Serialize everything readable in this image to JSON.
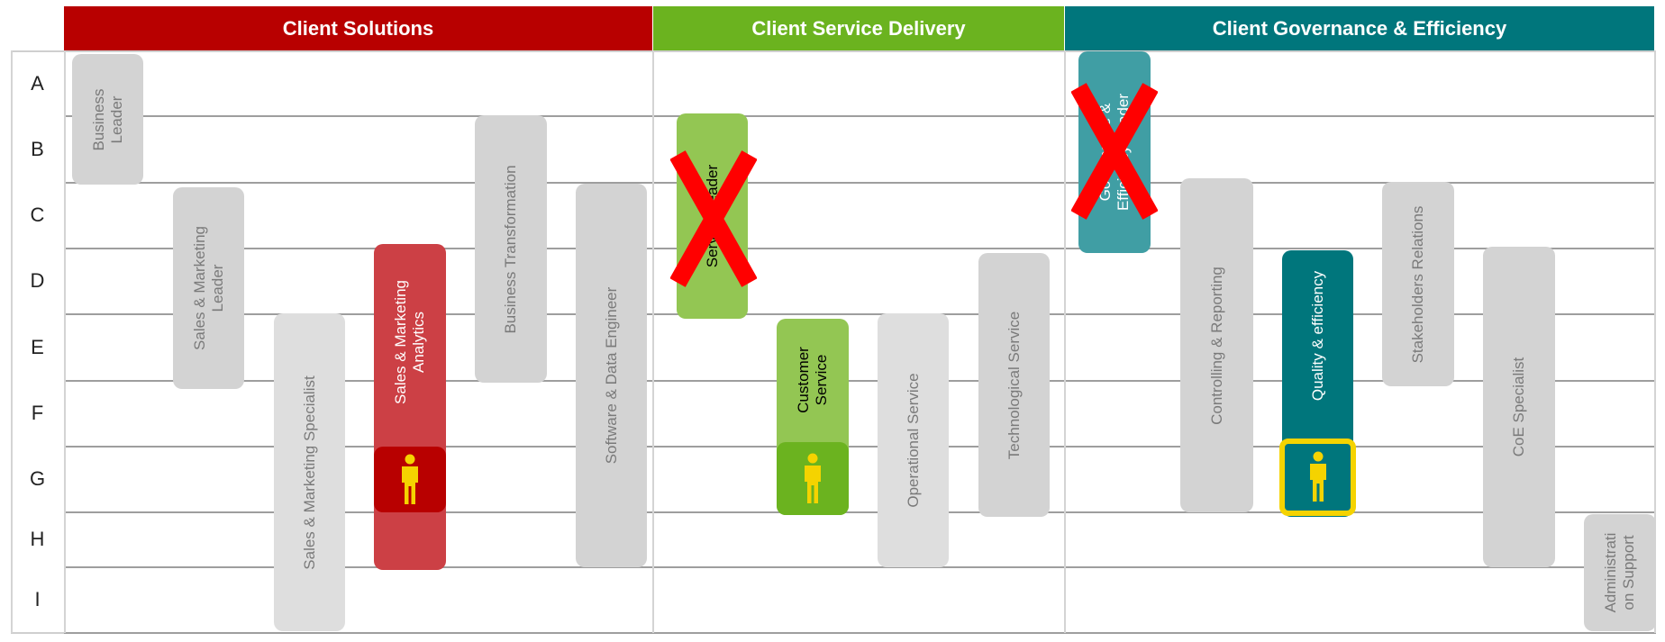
{
  "headers": {
    "solutions": "Client Solutions",
    "delivery": "Client Service Delivery",
    "governance": "Client Governance & Efficiency"
  },
  "header_colors": {
    "solutions": "#b80000",
    "delivery": "#6bb31f",
    "governance": "#00767c"
  },
  "rows": [
    "A",
    "B",
    "C",
    "D",
    "E",
    "F",
    "G",
    "H",
    "I"
  ],
  "roles": {
    "business_leader": "Business\nLeader",
    "sales_marketing_leader": "Sales & Marketing\nLeader",
    "sales_marketing_specialist": "Sales & Marketing Specialist",
    "sales_marketing_analytics": "Sales & Marketing\nAnalytics",
    "business_transformation": "Business Transformation",
    "software_data_engineer": "Software & Data Engineer",
    "service_leader": "Service Leader",
    "customer_service": "Customer\nService",
    "operational_service": "Operational Service",
    "technological_service": "Technological Service",
    "governance_leader": "Governance &\nEfficiency Leader",
    "controlling_reporting": "Controlling & Reporting",
    "quality_efficiency": "Quality & efficiency",
    "stakeholders_relations": "Stakeholders Relations",
    "coe_specialist": "CoE Specialist",
    "administration_support": "Administrati\non Support"
  },
  "role_colors": {
    "gray": "#d3d3d3",
    "red": "#cc4045",
    "green": "#93c653",
    "teal": "#409ea4"
  },
  "person_marker_color": "#f5d300"
}
